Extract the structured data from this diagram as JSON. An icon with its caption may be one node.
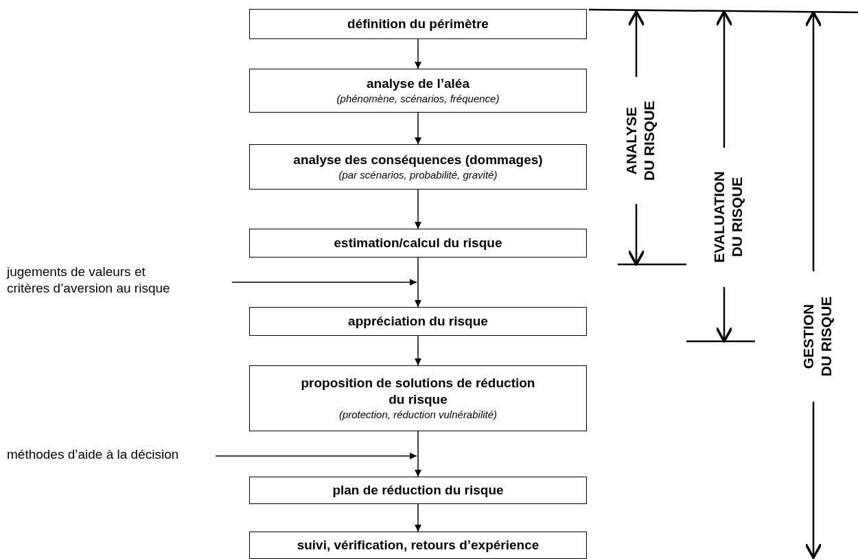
{
  "diagram": {
    "nodes": [
      {
        "text": [
          "définition du périmètre"
        ]
      },
      {
        "text": [
          "analyse de l’aléa",
          "(phénomène, scénarios, fréquence)"
        ]
      },
      {
        "text": [
          "analyse des conséquences (dommages)",
          "(par scénarios, probabilité, gravité)"
        ]
      },
      {
        "text": [
          "estimation/calcul du risque"
        ]
      },
      {
        "text": [
          "appréciation du risque"
        ]
      },
      {
        "text": [
          "proposition de solutions de réduction du risque",
          "(protection, réduction vulnérabilité)"
        ]
      },
      {
        "text": [
          "plan de réduction du risque"
        ]
      },
      {
        "text": [
          "suivi, vérification, retours d’expérience"
        ]
      },
      {
        "text": [
          "jugements de valeurs et critères d’aversion au risque"
        ]
      },
      {
        "text": [
          "méthodes d’aide à la décision"
        ]
      }
    ],
    "edges": [
      {
        "from": 0,
        "to": 1,
        "arrow": "to"
      },
      {
        "from": 1,
        "to": 2,
        "arrow": "to"
      },
      {
        "from": 2,
        "to": 3,
        "arrow": "to"
      },
      {
        "from": 3,
        "to": 4,
        "arrow": "to"
      },
      {
        "from": 4,
        "to": 5,
        "arrow": "to"
      },
      {
        "from": 5,
        "to": 6,
        "arrow": "to"
      },
      {
        "from": 6,
        "to": 7,
        "arrow": "to"
      },
      {
        "from": 8,
        "to": null,
        "arrow": "to"
      },
      {
        "from": 9,
        "to": 6,
        "arrow": "to"
      }
    ],
    "labels": [
      "ANALYSE DU RISQUE",
      "EVALUATION DU RISQUE",
      "GESTION DU RISQUE"
    ]
  }
}
